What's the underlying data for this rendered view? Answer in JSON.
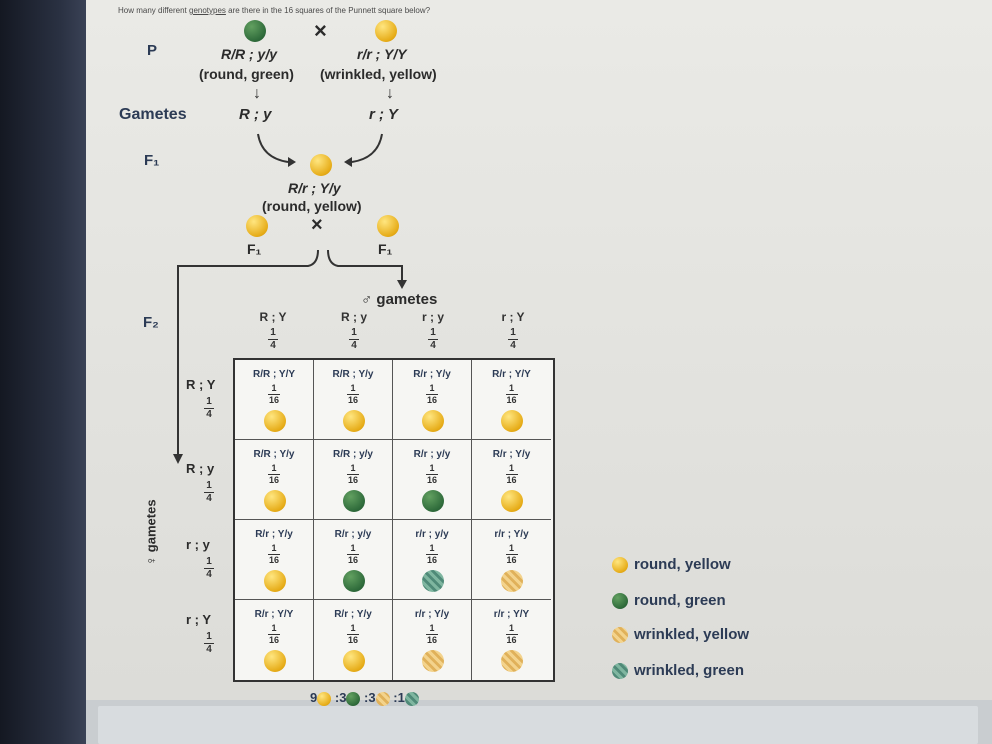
{
  "question": {
    "prefix": "How many different ",
    "link": "genotypes",
    "suffix": " are there in the 16 squares of the Punnett square below?"
  },
  "cross_symbol": "×",
  "arrow": "↓",
  "parents": {
    "row_label": "P",
    "left": {
      "genotype": "R/R ; y/y",
      "phenotype": "(round, green)"
    },
    "right": {
      "genotype": "r/r ; Y/Y",
      "phenotype": "(wrinkled, yellow)"
    }
  },
  "gametes": {
    "row_label": "Gametes",
    "left": "R ; y",
    "right": "r ; Y"
  },
  "f1": {
    "row_label": "F₁",
    "genotype": "R/r ; Y/y",
    "phenotype": "(round, yellow)",
    "left_label": "F₁",
    "right_label": "F₁"
  },
  "f2": {
    "row_label": "F₂"
  },
  "male_gametes_label": "♂ gametes",
  "female_gametes_label": "♀ gametes",
  "frac_quarter": {
    "num": "1",
    "den": "4"
  },
  "frac_16": {
    "num": "1",
    "den": "16"
  },
  "col_gametes": [
    "R ; Y",
    "R ; y",
    "r ; y",
    "r ; Y"
  ],
  "row_gametes": [
    "R ; Y",
    "R ; y",
    "r ; y",
    "r ; Y"
  ],
  "cells": [
    [
      {
        "g": "R/R ; Y/Y",
        "p": "y"
      },
      {
        "g": "R/R ; Y/y",
        "p": "y"
      },
      {
        "g": "R/r ; Y/y",
        "p": "y"
      },
      {
        "g": "R/r ; Y/Y",
        "p": "y"
      }
    ],
    [
      {
        "g": "R/R ; Y/y",
        "p": "y"
      },
      {
        "g": "R/R ; y/y",
        "p": "g"
      },
      {
        "g": "R/r ; y/y",
        "p": "g"
      },
      {
        "g": "R/r ; Y/y",
        "p": "y"
      }
    ],
    [
      {
        "g": "R/r ; Y/y",
        "p": "y"
      },
      {
        "g": "R/r ; y/y",
        "p": "g"
      },
      {
        "g": "r/r ; y/y",
        "p": "wg"
      },
      {
        "g": "r/r ; Y/y",
        "p": "wy"
      }
    ],
    [
      {
        "g": "R/r ; Y/Y",
        "p": "y"
      },
      {
        "g": "R/r ; Y/y",
        "p": "y"
      },
      {
        "g": "r/r ; Y/y",
        "p": "wy"
      },
      {
        "g": "r/r ; Y/Y",
        "p": "wy"
      }
    ]
  ],
  "legend": [
    {
      "label": "round, yellow",
      "p": "y"
    },
    {
      "label": "round, green",
      "p": "g"
    },
    {
      "label": "wrinkled, yellow",
      "p": "wy"
    },
    {
      "label": "wrinkled, green",
      "p": "wg"
    }
  ],
  "ratio": [
    "9",
    ":3",
    ":3",
    ":1"
  ],
  "colors": {
    "yellow": "#e6ac18",
    "green": "#2e6a3a",
    "wrinkled_yellow": "#e0b15a",
    "wrinkled_green": "#4f8a78",
    "text": "#2c3b55"
  }
}
